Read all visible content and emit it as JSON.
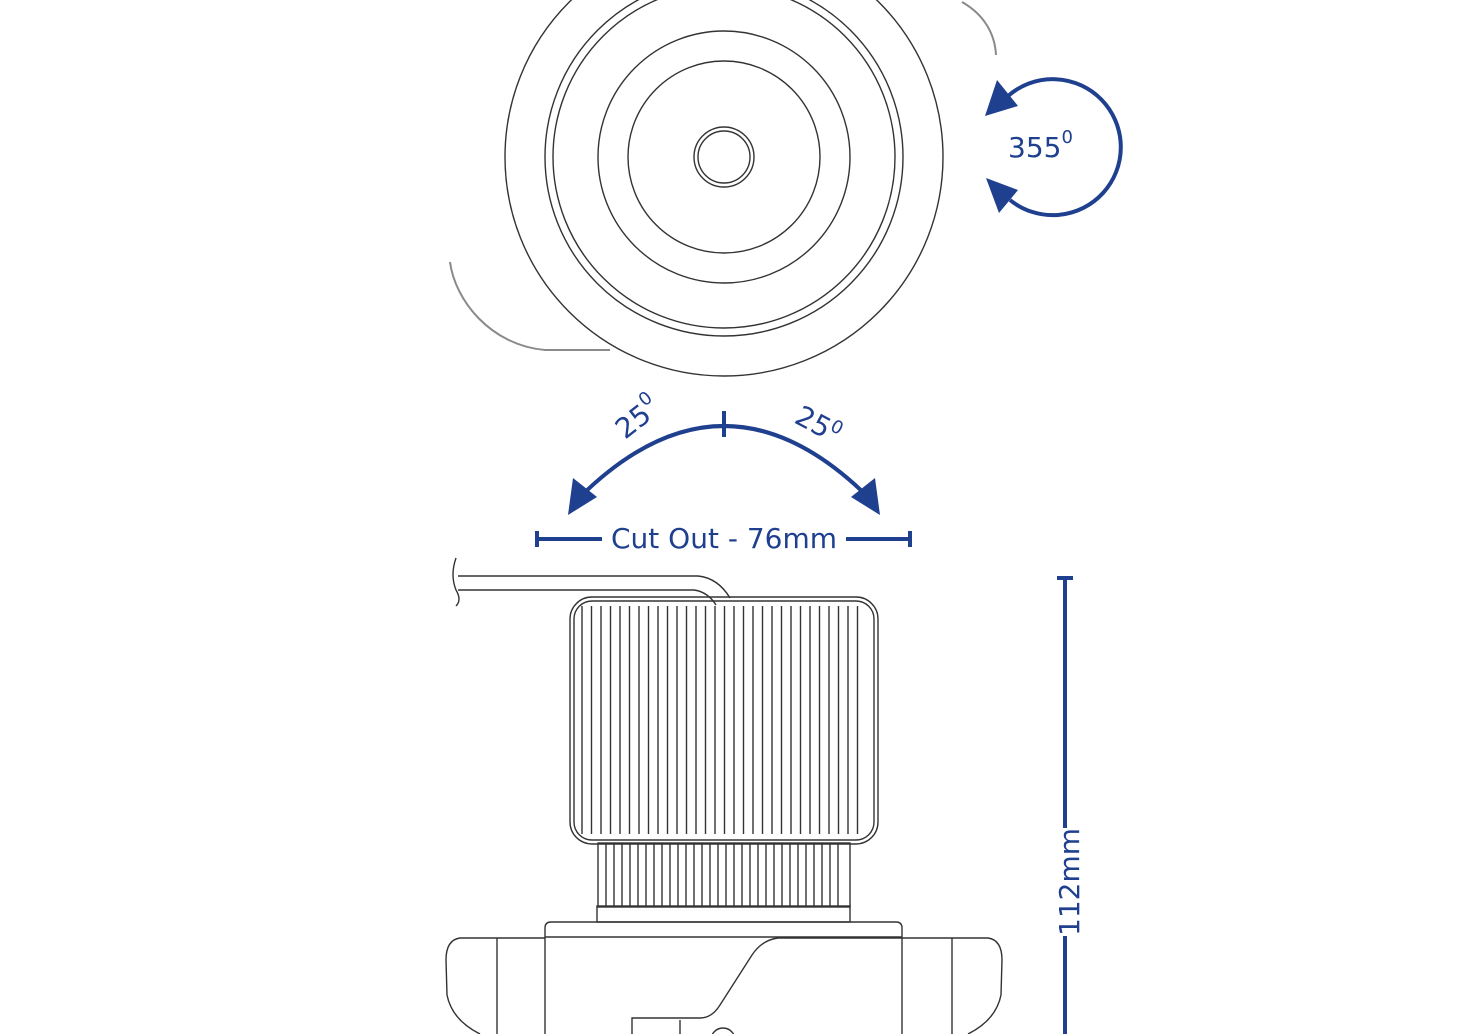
{
  "rotation": {
    "value": "355",
    "unit": "0"
  },
  "tilt_left": {
    "value": "25",
    "unit": "0"
  },
  "tilt_right": {
    "value": "25",
    "unit": "0"
  },
  "cut_out": {
    "label": "Cut Out - 76mm"
  },
  "height": {
    "label": "112mm"
  },
  "colors": {
    "accent": "#1f3f8f",
    "line": "#333333",
    "cable": "#8a8a8a"
  }
}
